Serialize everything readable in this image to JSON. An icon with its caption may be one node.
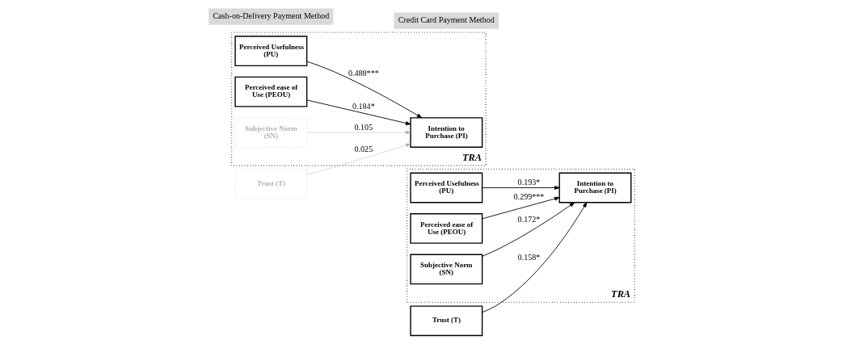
{
  "diagram": {
    "nodes": [
      {
        "text": [
          "TRA"
        ]
      },
      {
        "text": [
          "Perceived Usefulness (PU)"
        ],
        "in": 0
      },
      {
        "text": [
          "Perceived ease of Use (PEOU)"
        ],
        "in": 0
      },
      {
        "text": [
          "Intention to Purchase (PI)"
        ],
        "in": 0
      },
      {
        "text": [
          "Subjective Norm (SN)"
        ],
        "in": 0
      },
      {
        "text": [
          "Trust (T)"
        ]
      },
      {
        "text": [
          "TRA"
        ]
      },
      {
        "text": [
          "Perceived Usefulness (PU)"
        ],
        "in": 6
      },
      {
        "text": [
          "Perceived ease of Use (PEOU)"
        ],
        "in": 6
      },
      {
        "text": [
          "Intention to Purchase (PI)"
        ],
        "in": 6
      },
      {
        "text": [
          "Subjective Norm (SN)"
        ],
        "in": 6
      },
      {
        "text": [
          "Trust (T)"
        ]
      }
    ],
    "edges": [
      {
        "from": 1,
        "to": 3,
        "arrow": "to",
        "label": "0.488***"
      },
      {
        "from": 2,
        "to": 3,
        "arrow": "to",
        "label": "0.184*"
      },
      {
        "from": 4,
        "to": 3,
        "arrow": "to",
        "label": "0.105",
        "color": "#aaaaaa"
      },
      {
        "from": 5,
        "to": 3,
        "arrow": "to",
        "label": "0.025",
        "color": "#aaaaaa"
      },
      {
        "from": 7,
        "to": 9,
        "arrow": "to",
        "label": "0.193*"
      },
      {
        "from": 8,
        "to": 9,
        "arrow": "to",
        "label": "0.299***"
      },
      {
        "from": 10,
        "to": 9,
        "arrow": "to",
        "label": "0.172*"
      },
      {
        "from": 11,
        "to": 9,
        "arrow": "to",
        "label": "0.158*"
      }
    ],
    "labels": [
      "Cash-on-Delivery Payment Method",
      "Credit Card Payment Method"
    ]
  }
}
